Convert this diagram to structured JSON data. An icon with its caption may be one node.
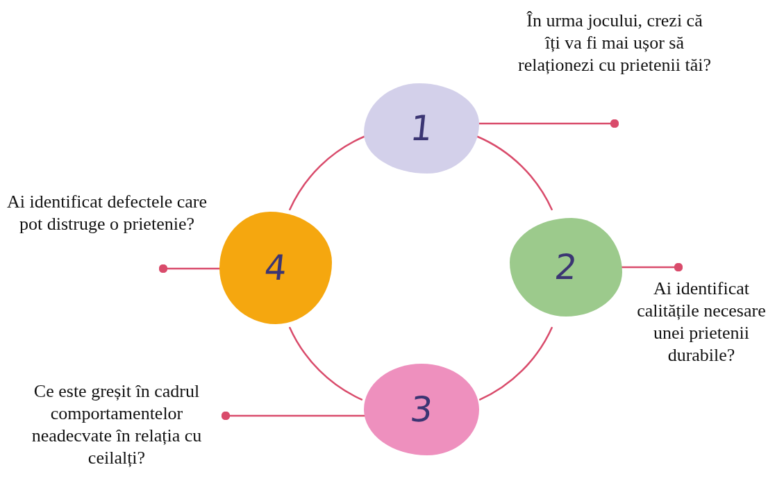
{
  "diagram": {
    "nodes": [
      {
        "text": [
          "1"
        ]
      },
      {
        "text": [
          "2"
        ]
      },
      {
        "text": [
          "3"
        ]
      },
      {
        "text": [
          "4"
        ]
      },
      {
        "text": [
          "În urma jocului, crezi că îți va fi mai ușor să relaționezi cu prietenii tăi?"
        ]
      },
      {
        "text": [
          "Ai identificat calitățile necesare unei prietenii durabile?"
        ]
      },
      {
        "text": [
          "Ce este greșit în cadrul comportamentelor neadecvate în relația cu ceilalți?"
        ]
      },
      {
        "text": [
          "Ai identificat defectele care pot distruge o prietenie?"
        ]
      }
    ],
    "edges": [
      {
        "from": 0,
        "to": 1,
        "arrow": "none"
      },
      {
        "from": 1,
        "to": 2,
        "arrow": "none"
      },
      {
        "from": 2,
        "to": 3,
        "arrow": "none"
      },
      {
        "from": 3,
        "to": 0,
        "arrow": "none"
      },
      {
        "from": 0,
        "to": 4,
        "arrow": "other"
      },
      {
        "from": 1,
        "to": 5,
        "arrow": "other"
      },
      {
        "from": 2,
        "to": 6,
        "arrow": "other"
      },
      {
        "from": 3,
        "to": 7,
        "arrow": "other"
      }
    ]
  }
}
